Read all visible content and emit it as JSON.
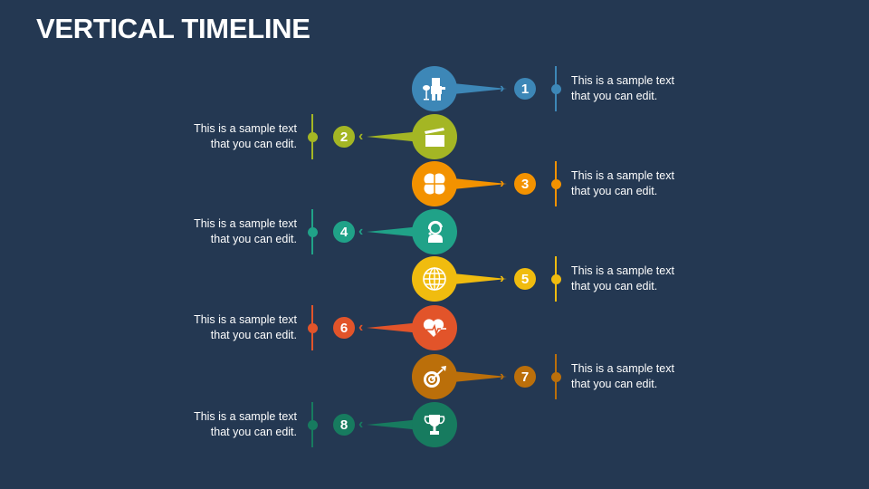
{
  "title": "VERTICAL TIMELINE",
  "steps": [
    {
      "number": "1",
      "side": "right",
      "color": "#3d87b7",
      "icon": "presentation-person-icon",
      "text_line1": "This is a sample text",
      "text_line2": "that you can edit."
    },
    {
      "number": "2",
      "side": "left",
      "color": "#a4b624",
      "icon": "clapperboard-icon",
      "text_line1": "This is a sample text",
      "text_line2": "that you can edit."
    },
    {
      "number": "3",
      "side": "right",
      "color": "#f39200",
      "icon": "four-petal-flower-icon",
      "text_line1": "This is a sample text",
      "text_line2": "that you can edit."
    },
    {
      "number": "4",
      "side": "left",
      "color": "#20a288",
      "icon": "customer-support-icon",
      "text_line1": "This is a sample text",
      "text_line2": "that you can edit."
    },
    {
      "number": "5",
      "side": "right",
      "color": "#f0bc0f",
      "icon": "globe-icon",
      "text_line1": "This is a sample text",
      "text_line2": "that you can edit."
    },
    {
      "number": "6",
      "side": "left",
      "color": "#e2542a",
      "icon": "heart-pulse-icon",
      "text_line1": "This is a sample text",
      "text_line2": "that you can edit."
    },
    {
      "number": "7",
      "side": "right",
      "color": "#bb6f0a",
      "icon": "target-dart-icon",
      "text_line1": "This is a sample text",
      "text_line2": "that you can edit."
    },
    {
      "number": "8",
      "side": "left",
      "color": "#177b5f",
      "icon": "trophy-icon",
      "text_line1": "This is a sample text",
      "text_line2": "that you can edit."
    }
  ]
}
